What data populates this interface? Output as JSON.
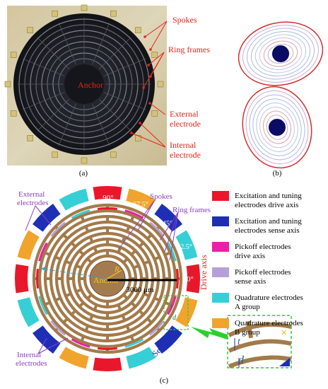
{
  "panel_a": {
    "caption": "(a)",
    "center_label": "Anchor",
    "labels": [
      "Spokes",
      "Ring frames",
      "External",
      "electrode",
      "Internal",
      "electrode"
    ]
  },
  "panel_b": {
    "caption": "(b)"
  },
  "panel_c": {
    "caption": "(c)",
    "angles": [
      "90°",
      "67.5°",
      "45°",
      "22.5°",
      "0°"
    ],
    "center_label": "Anchor",
    "radius_symbol": "R",
    "dimension": "3000 μm",
    "labels": {
      "spokes": "Spokes",
      "ring_frames": "Ring frames",
      "external": [
        "External",
        "electrodes"
      ],
      "internal": [
        "Internal",
        "electrodes"
      ],
      "drive_axis": "Drive axis",
      "sense_axis": "Sense axis",
      "zoom_t": "t",
      "zoom_d": "d"
    },
    "legend": [
      {
        "color": "#e8182a",
        "lines": [
          "Excitation and tuning",
          "electrodes  drive axis"
        ]
      },
      {
        "color": "#1f2fb5",
        "lines": [
          "Excitation  and tuning",
          "electrodes  sense axis"
        ]
      },
      {
        "color": "#ee1ea8",
        "lines": [
          "Pickoff electrodes",
          "drive axis"
        ]
      },
      {
        "color": "#b7a0d8",
        "lines": [
          "Pickoff electrodes",
          "sense axis"
        ]
      },
      {
        "color": "#37cfd6",
        "lines": [
          "Quadrature electrodes",
          "A group"
        ]
      },
      {
        "color": "#f0a42c",
        "lines": [
          "Quadrature electrodes",
          "B group"
        ]
      }
    ]
  }
}
